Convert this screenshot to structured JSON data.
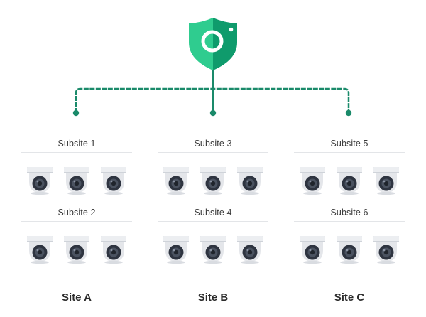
{
  "diagram": {
    "hub": {
      "icon": "shield-icon"
    },
    "colors": {
      "connector": "#1a8a6a",
      "shield_light": "#2fcc8f",
      "shield_dark": "#0f9b6c",
      "camera_body": "#e4e6ea",
      "camera_lens": "#2e3440"
    },
    "sites": [
      {
        "name": "Site A",
        "subsites": [
          {
            "label": "Subsite 1",
            "cameras": 3
          },
          {
            "label": "Subsite 2",
            "cameras": 3
          }
        ]
      },
      {
        "name": "Site B",
        "subsites": [
          {
            "label": "Subsite 3",
            "cameras": 3
          },
          {
            "label": "Subsite 4",
            "cameras": 3
          }
        ]
      },
      {
        "name": "Site C",
        "subsites": [
          {
            "label": "Subsite 5",
            "cameras": 3
          },
          {
            "label": "Subsite 6",
            "cameras": 3
          }
        ]
      }
    ]
  }
}
